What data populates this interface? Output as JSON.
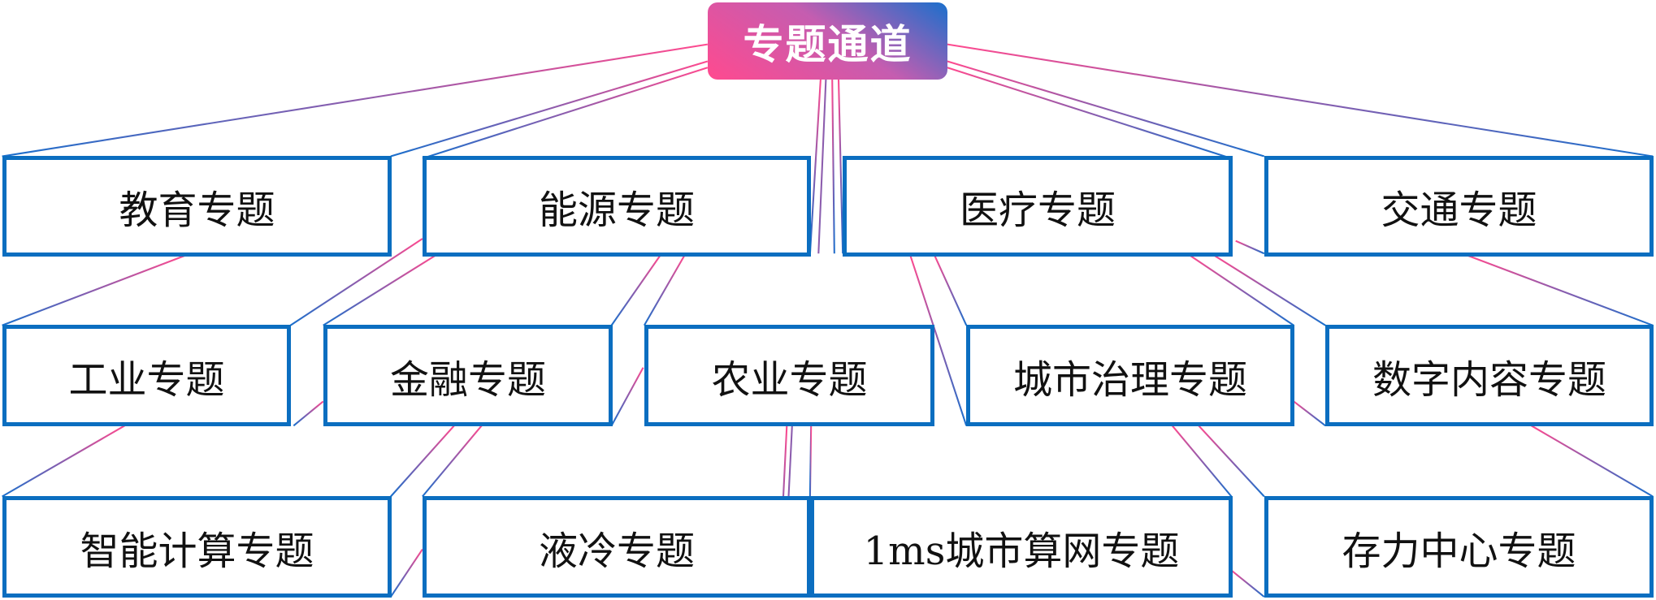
{
  "root": {
    "label": "专题通道"
  },
  "rows": [
    [
      "教育专题",
      "能源专题",
      "医疗专题",
      "交通专题"
    ],
    [
      "工业专题",
      "金融专题",
      "农业专题",
      "城市治理专题",
      "数字内容专题"
    ],
    [
      "智能计算专题",
      "液冷专题",
      "1ms城市算网专题",
      "存力中心专题"
    ]
  ],
  "colors": {
    "border": "#0b6ec0",
    "line_pink": "#ff4a8f",
    "line_blue": "#1a6fcc"
  }
}
